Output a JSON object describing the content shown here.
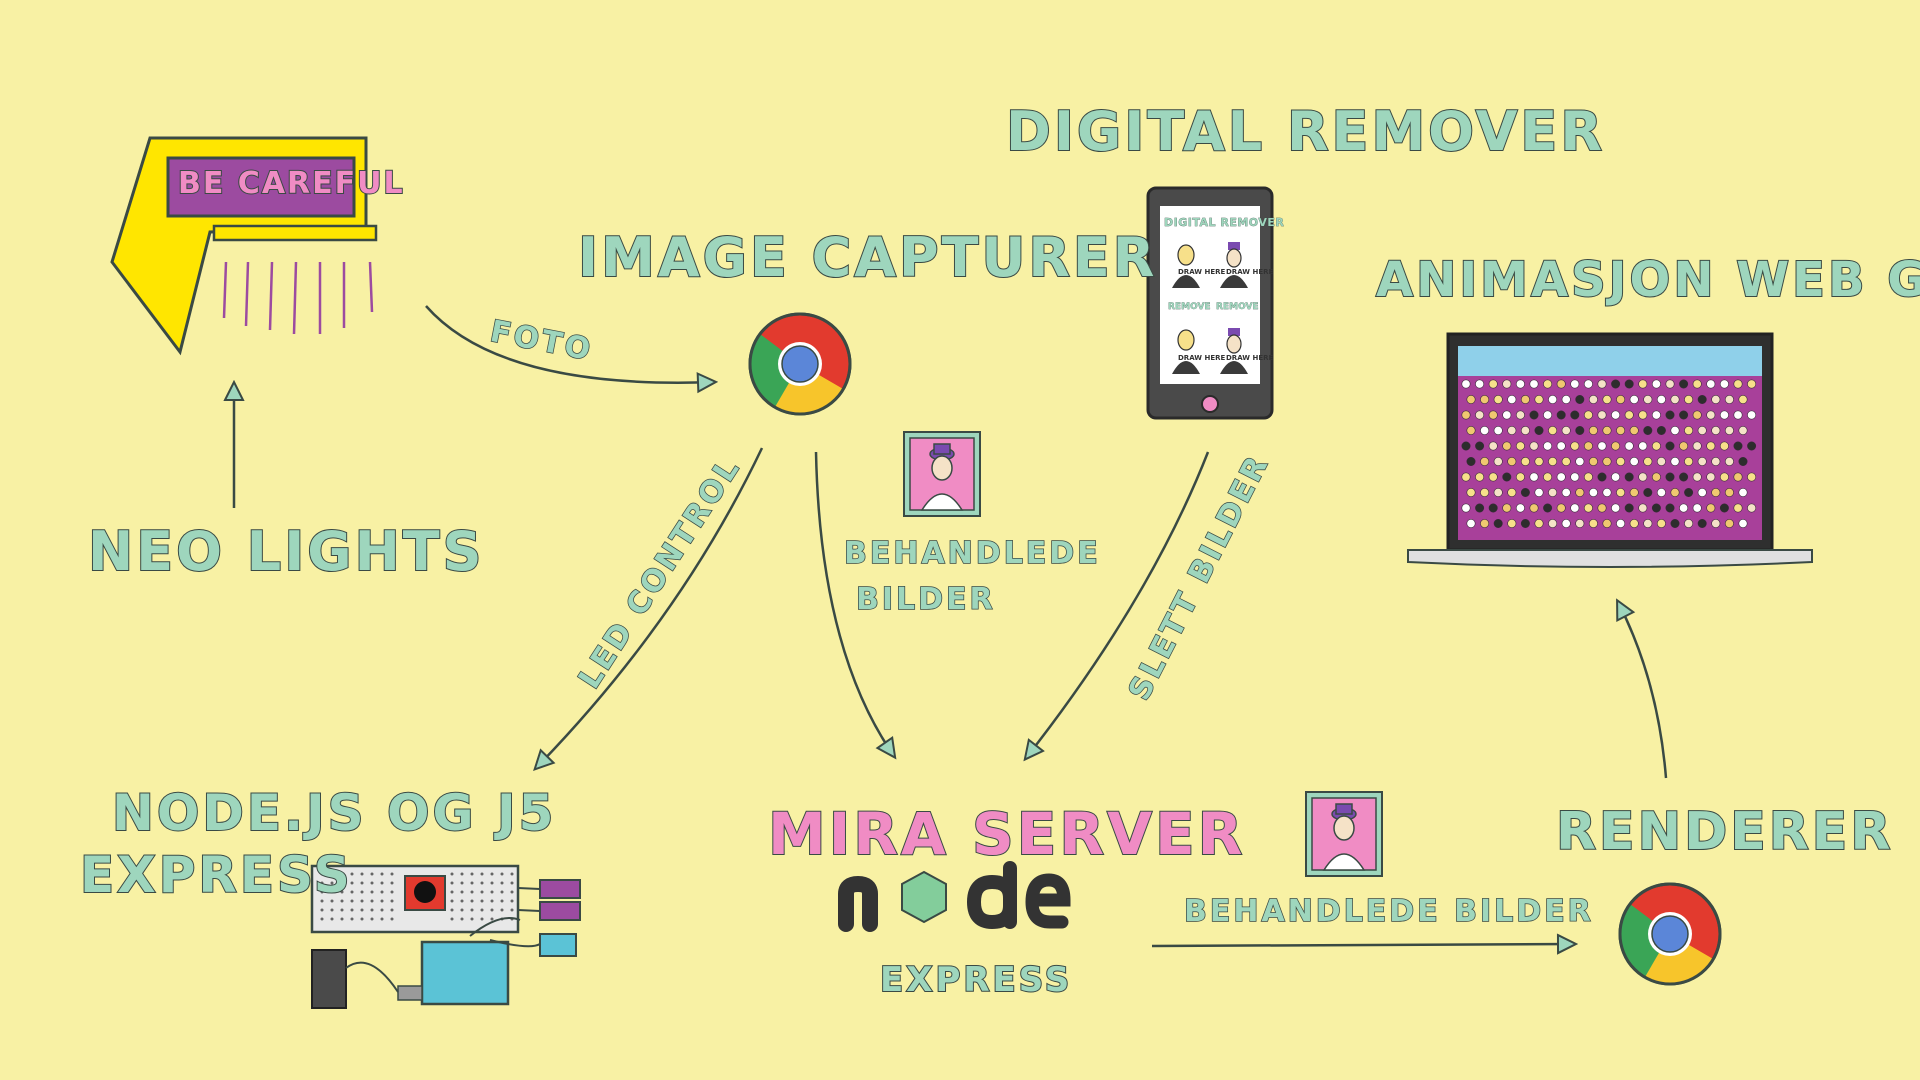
{
  "colors": {
    "background": "#f8f1a4",
    "mint": "#9ed6bd",
    "pink": "#f08cc4",
    "purple": "#9c4ba0",
    "yellow": "#ffe600",
    "ink": "#3a4a44"
  },
  "nodes": {
    "be_careful_sign": "BE CAREFUL",
    "neo_lights": "NEO LIGHTS",
    "image_capturer": "IMAGE CAPTURER",
    "digital_remover": "DIGITAL REMOVER",
    "phone_title": "DIGITAL REMOVER",
    "phone_remove_1": "REMOVE",
    "phone_remove_2": "REMOVE",
    "phone_draw_1": "DRAW HERE",
    "phone_draw_2": "DRAW HERE",
    "phone_draw_3": "DRAW HERE",
    "phone_draw_4": "DRAW HERE",
    "animasjon": "ANIMASJON WEB GL",
    "nodejs_line1": "NODE.JS OG J5",
    "nodejs_line2": "EXPRESS",
    "mira_server": "MIRA SERVER",
    "node_logo": "node",
    "mira_express": "EXPRESS",
    "renderer": "RENDERER"
  },
  "edges": {
    "foto": "FOTO",
    "led_control": "LED CONTROL",
    "behandlede_line1": "BEHANDLEDE",
    "behandlede_line2": "BILDER",
    "slett_bilder": "SLETT BILDER",
    "behandlede_bilder": "BEHANDLEDE BILDER"
  },
  "icons": [
    "chrome-icon",
    "portrait-icon",
    "phone-icon",
    "laptop-icon",
    "breadboard-icon",
    "node-logo-icon",
    "lamp-icon"
  ]
}
